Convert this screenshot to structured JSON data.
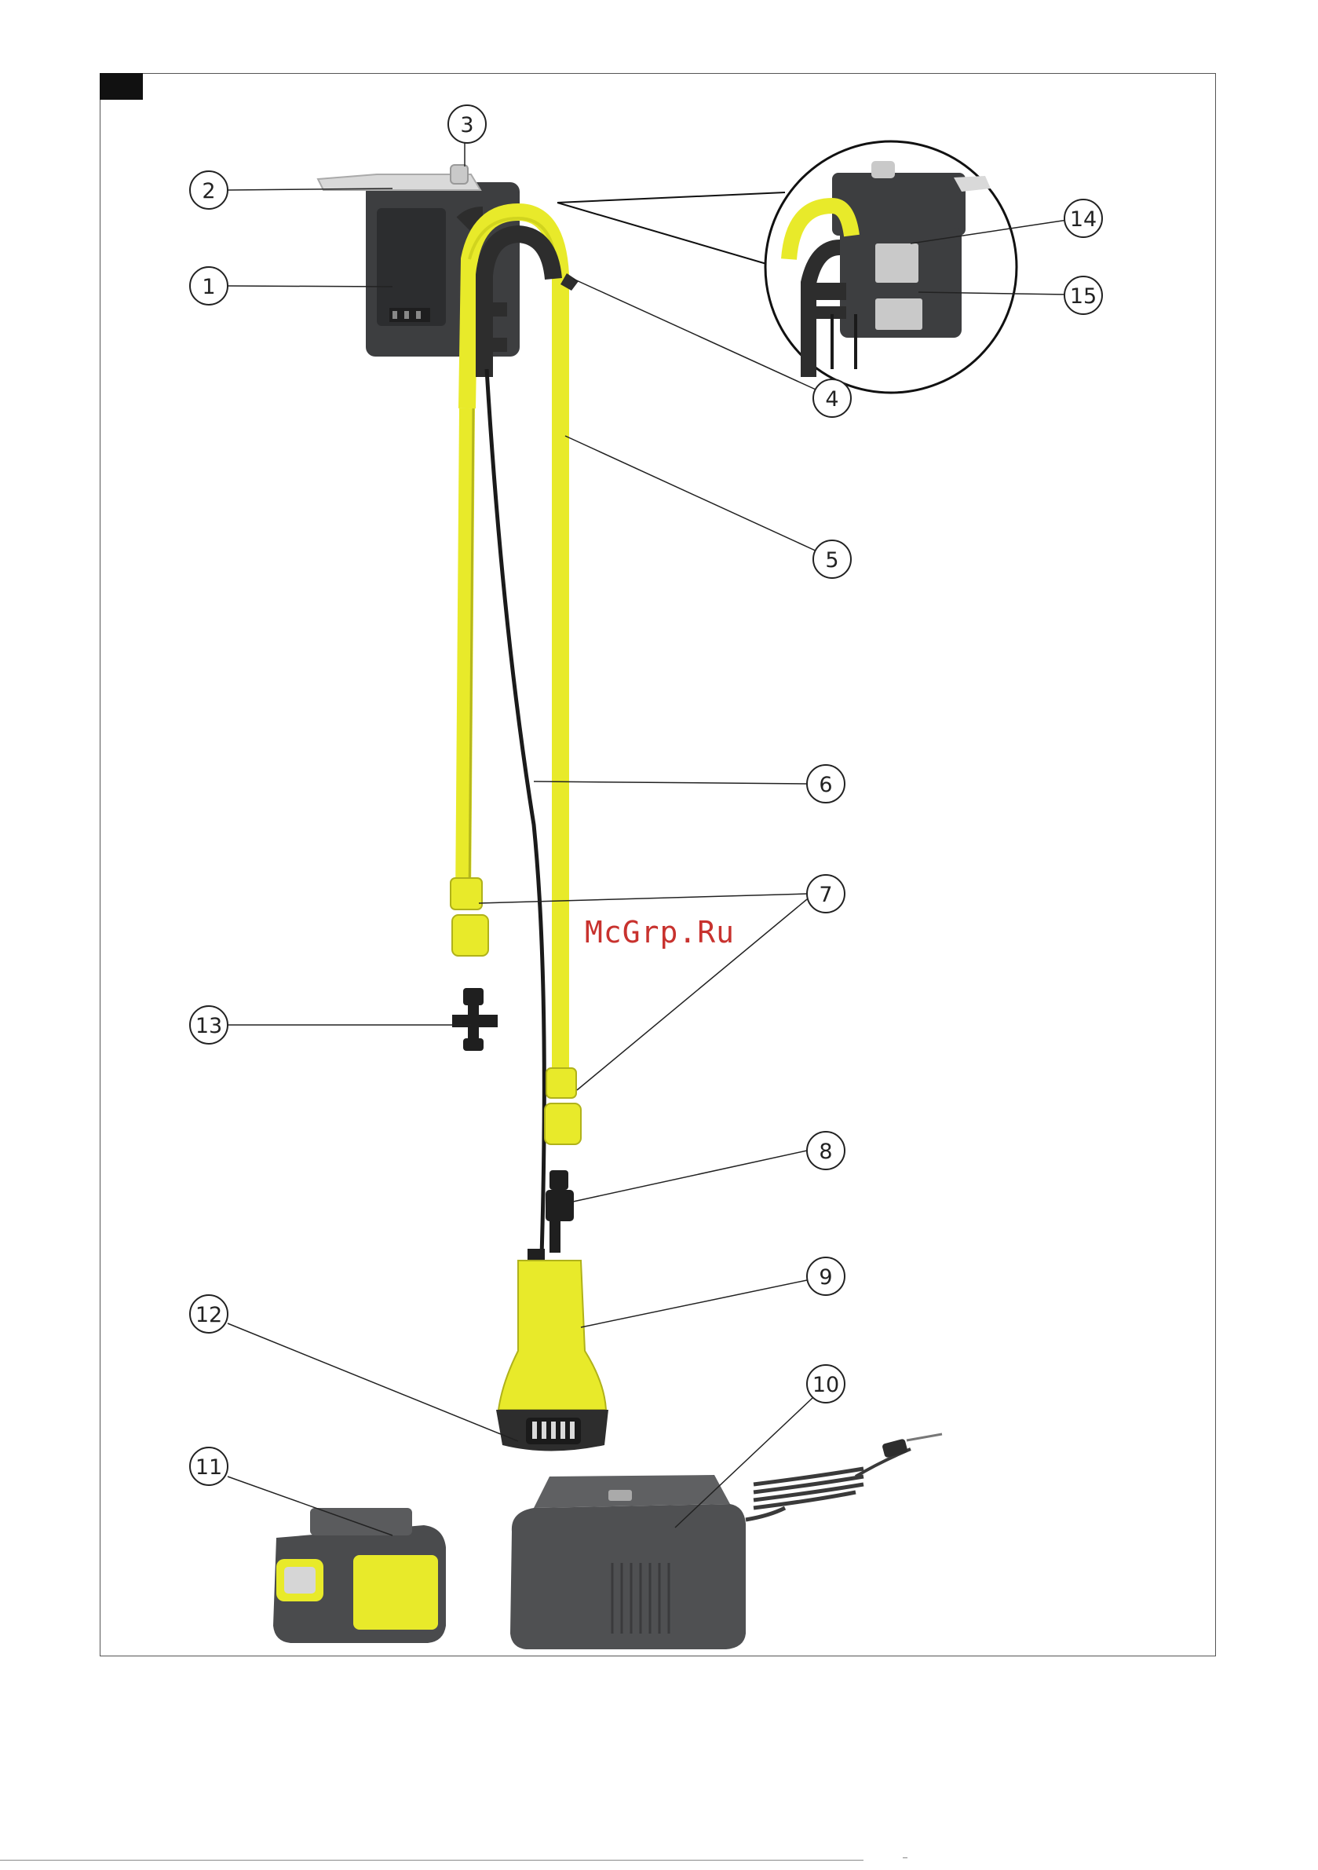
{
  "diagram": {
    "callouts": [
      {
        "id": "1",
        "label": "1"
      },
      {
        "id": "2",
        "label": "2"
      },
      {
        "id": "3",
        "label": "3"
      },
      {
        "id": "4",
        "label": "4"
      },
      {
        "id": "5",
        "label": "5"
      },
      {
        "id": "6",
        "label": "6"
      },
      {
        "id": "7",
        "label": "7"
      },
      {
        "id": "8",
        "label": "8"
      },
      {
        "id": "9",
        "label": "9"
      },
      {
        "id": "10",
        "label": "10"
      },
      {
        "id": "11",
        "label": "11"
      },
      {
        "id": "12",
        "label": "12"
      },
      {
        "id": "13",
        "label": "13"
      },
      {
        "id": "14",
        "label": "14"
      },
      {
        "id": "15",
        "label": "15"
      }
    ]
  },
  "watermark": "McGrp.Ru",
  "colors": {
    "yellow": "#e8ea2a",
    "dark_grey": "#3d3e40",
    "mid_grey": "#56585b",
    "light_grey": "#d9d9d9",
    "watermark_red": "#c8322e"
  }
}
